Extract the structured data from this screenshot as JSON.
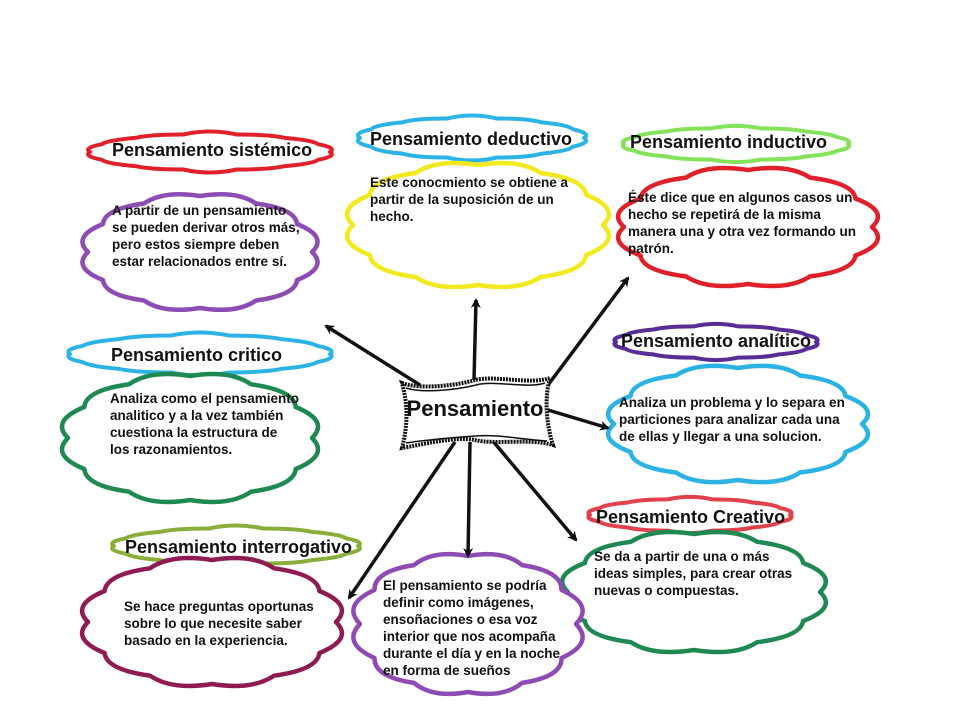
{
  "center": {
    "label": "Pensamiento"
  },
  "colors": {
    "red": "#e0212b",
    "purple": "#8e4bb3",
    "yellow": "#f2e91e",
    "green_light": "#84e35a",
    "blue": "#2cb3e6",
    "dark_purple": "#5a2c96",
    "green": "#1e8a52",
    "olive": "#8aae3a",
    "maroon": "#8e1c52",
    "coral": "#e0414b",
    "arrow": "#111111"
  },
  "nodes": [
    {
      "id": "sistemico",
      "title": "Pensamiento sistémico",
      "description": [
        "A partir de un pensamiento",
        "se pueden derivar otros más,",
        "pero estos siempre deben",
        "estar relacionados entre sí."
      ]
    },
    {
      "id": "deductivo",
      "title": "Pensamiento deductivo",
      "description": [
        "Este conocmiento se obtiene a",
        "partir de la suposición de un",
        "hecho."
      ]
    },
    {
      "id": "inductivo",
      "title": "Pensamiento inductivo",
      "description": [
        "Éste dice que en algunos casos un",
        "hecho se repetirá de la misma",
        "manera una y otra vez formando un",
        "patrón."
      ]
    },
    {
      "id": "critico",
      "title": "Pensamiento critico",
      "description": [
        "Analiza como el pensamiento",
        " analitico y a la vez también",
        "cuestiona la estructura de",
        "los razonamientos."
      ]
    },
    {
      "id": "analitico",
      "title": "Pensamiento analítico",
      "description": [
        "Analiza un problema y lo separa en",
        "particiones para analizar cada una",
        "de ellas y llegar a una solucion."
      ]
    },
    {
      "id": "creativo",
      "title": "Pensamiento Creativo",
      "description": [
        "Se da a partir de una o más",
        "ideas simples, para crear otras",
        "nuevas o compuestas."
      ]
    },
    {
      "id": "interrogativo",
      "title": "Pensamiento interrogativo",
      "description": [
        "Se hace preguntas oportunas",
        "sobre lo que necesite saber",
        "basado en la experiencia."
      ]
    },
    {
      "id": "general",
      "title": "",
      "description": [
        "El pensamiento se podría",
        "definir como imágenes,",
        "ensoñaciones o esa voz",
        "interior que nos acompaña",
        "durante el día y en la noche",
        "en forma de sueños"
      ]
    }
  ]
}
